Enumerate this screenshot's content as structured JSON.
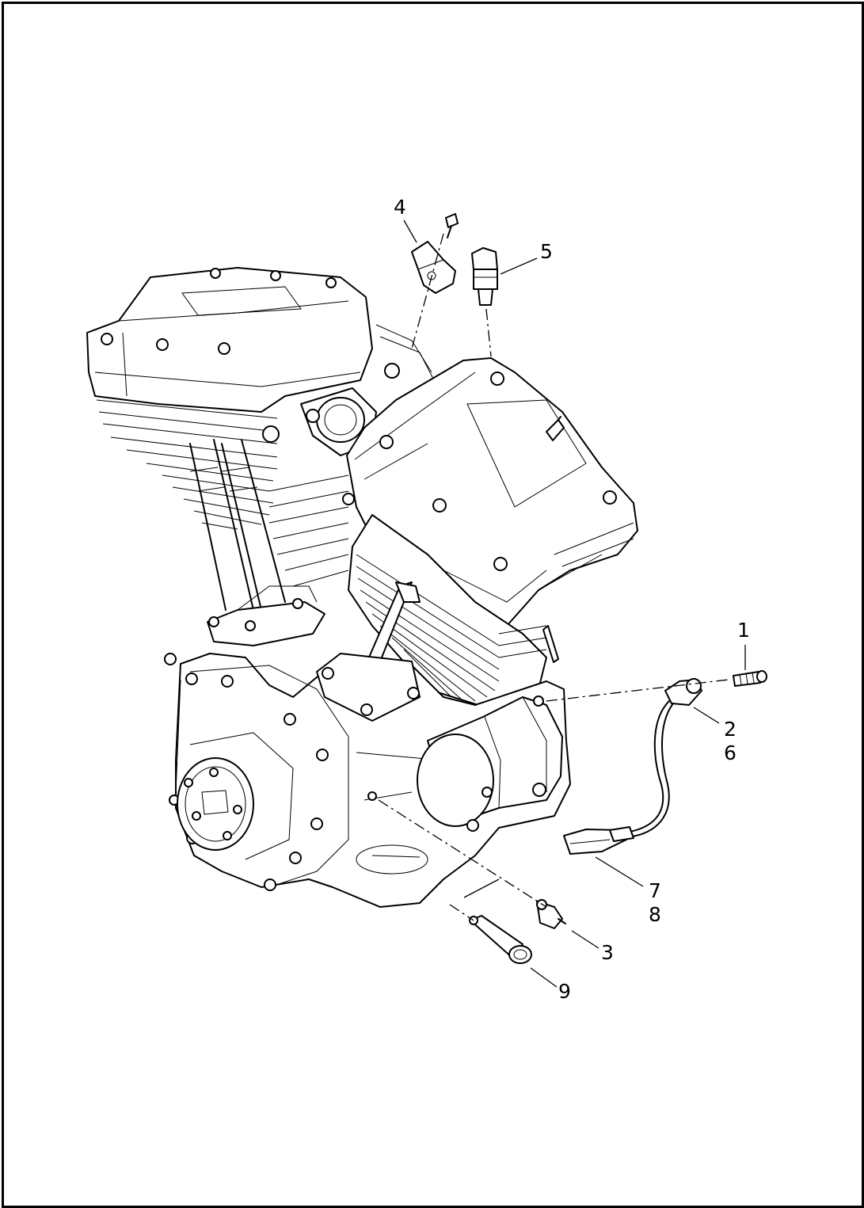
{
  "callouts": [
    {
      "id": "1",
      "text": "1"
    },
    {
      "id": "2",
      "text": "2\n6"
    },
    {
      "id": "3",
      "text": "3"
    },
    {
      "id": "4",
      "text": "4"
    },
    {
      "id": "5",
      "text": "5"
    },
    {
      "id": "7",
      "text": "7\n8"
    },
    {
      "id": "9",
      "text": "9"
    }
  ],
  "icons": {
    "engine": "v-twin-engine-icon",
    "bolt": "bolt-icon",
    "sensor": "sensor-icon",
    "connector": "connector-icon",
    "switch": "pressure-switch-icon"
  }
}
